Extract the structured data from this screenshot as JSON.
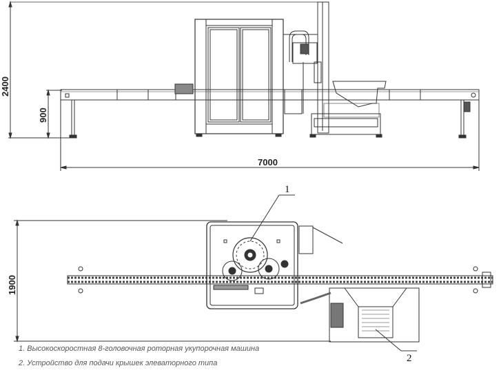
{
  "front_view": {
    "dim_height_total": "2400",
    "dim_height_conveyor": "900",
    "dim_length": "7000"
  },
  "top_view": {
    "dim_width": "1900",
    "callout_1": "1",
    "callout_2": "2"
  },
  "captions": [
    "1. Высокоскоростная 8-головочная роторная укупорочная машина",
    "2. Устройство для подачи крышек элеваторного типа"
  ]
}
